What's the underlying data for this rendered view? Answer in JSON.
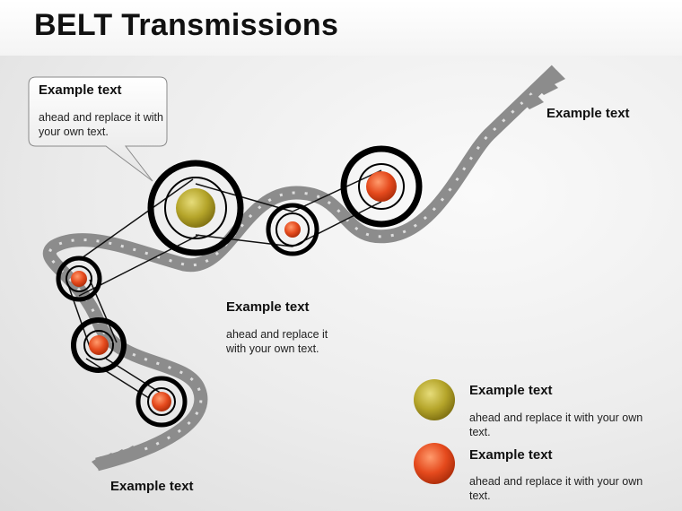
{
  "title": "BELT Transmissions",
  "callout": {
    "title": "Example text",
    "body": "ahead and replace it with your own text."
  },
  "top_right_label": "Example text",
  "middle": {
    "title": "Example text",
    "body": "ahead and replace it with your own text."
  },
  "bottom_label": "Example text",
  "legend": [
    {
      "title": "Example text",
      "body": "ahead and replace it with your own text.",
      "color": "#b5a52a"
    },
    {
      "title": "Example text",
      "body": "ahead and replace it with your own text.",
      "color": "#e54a1d"
    }
  ],
  "colors": {
    "belt_road": "#8c8c8c",
    "arrow_marks": "#f2f2f2",
    "pulley_ring": "#000000",
    "olive_hub": "#b5a52a",
    "red_hub": "#e54a1d"
  }
}
